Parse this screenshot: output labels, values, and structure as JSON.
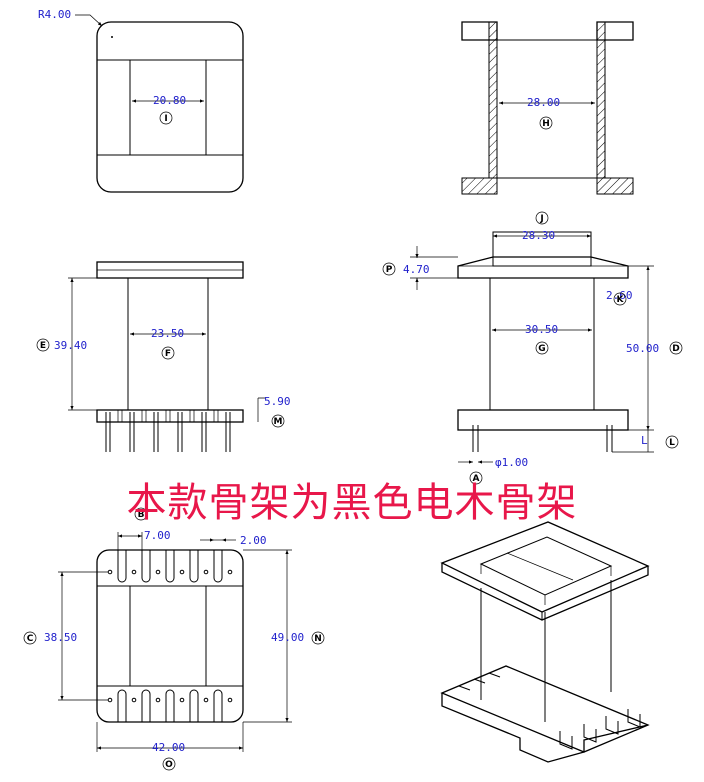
{
  "caption": "本款骨架为黑色电木骨架",
  "dimensions": {
    "radius": "R4.00",
    "d_20_80": "20.80",
    "d_28_00": "28.00",
    "d_28_30": "28.30",
    "d_4_70": "4.70",
    "d_2_60": "2.60",
    "d_39_40": "39.40",
    "d_23_50": "23.50",
    "d_30_50": "30.50",
    "d_50_00": "50.00",
    "d_5_90": "5.90",
    "d_L": "L",
    "d_phi_1_00": "φ1.00",
    "d_7_00": "7.00",
    "d_2_00": "2.00",
    "d_38_50": "38.50",
    "d_49_00": "49.00",
    "d_42_00": "42.00"
  },
  "labels": {
    "I": "I",
    "H": "H",
    "J": "J",
    "P": "P",
    "K": "K",
    "E": "E",
    "F": "F",
    "G": "G",
    "D": "D",
    "M": "M",
    "L": "L",
    "A": "A",
    "B": "B",
    "C": "C",
    "N": "N",
    "O": "O"
  },
  "colors": {
    "dimension": "#2222cc",
    "caption": "#e8174a",
    "line": "#000000"
  }
}
